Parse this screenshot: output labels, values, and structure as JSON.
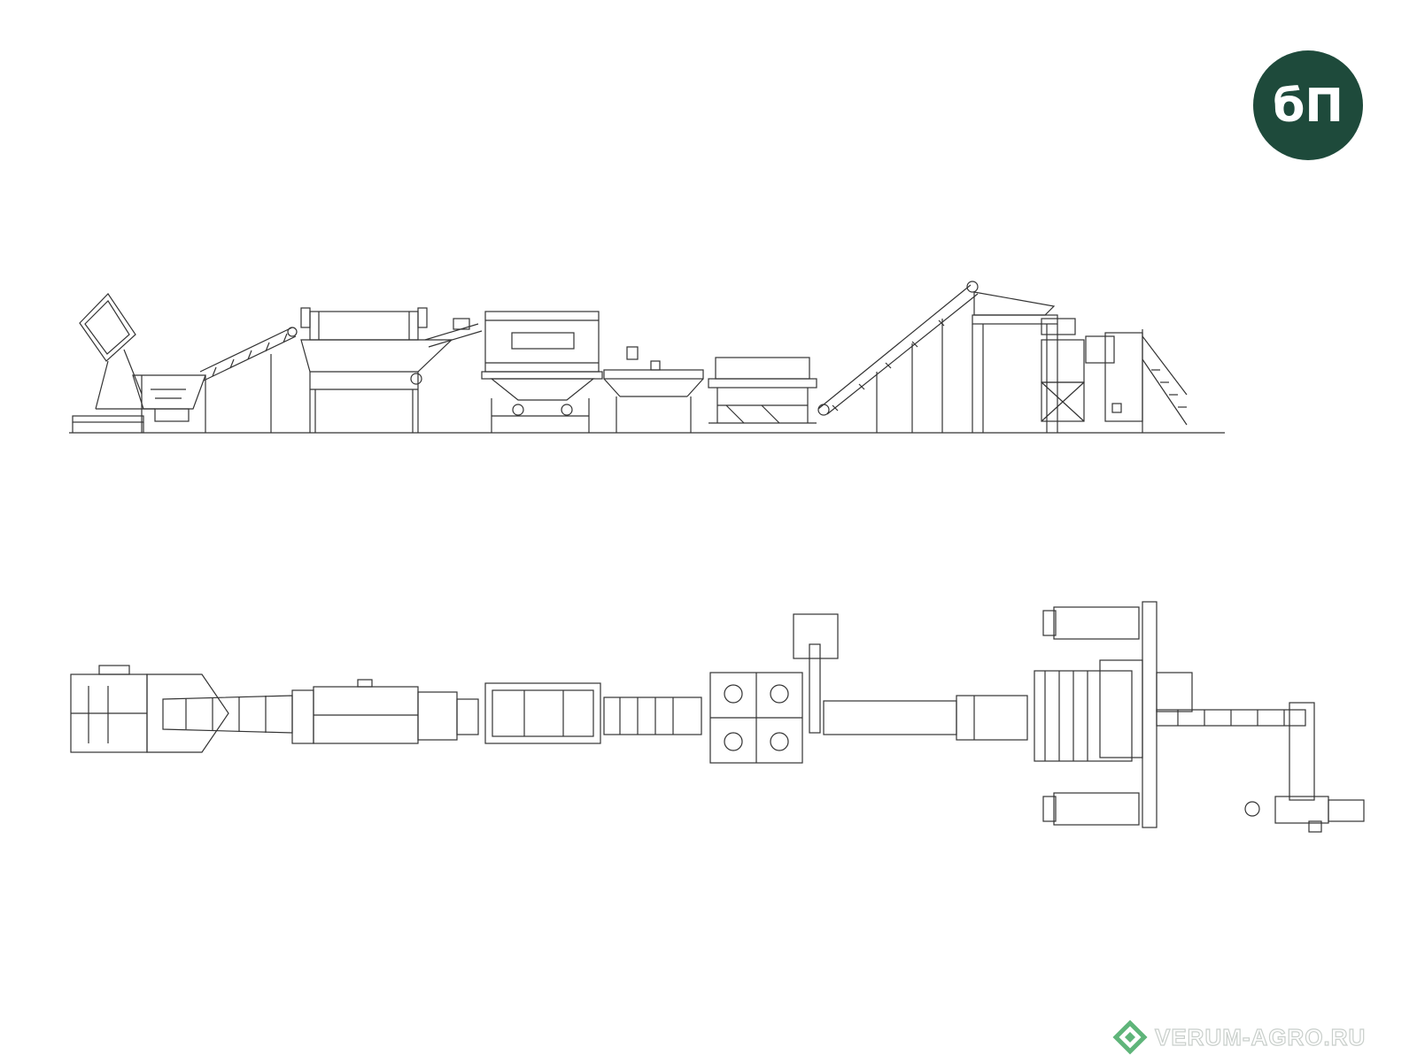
{
  "logo": {
    "glyphs": "бП",
    "background_color": "#1e4a3b",
    "foreground_color": "#ffffff"
  },
  "watermark": {
    "text": "VERUM-AGRO.RU",
    "icon": "diamond-leaf-icon",
    "icon_color": "#5fb57a"
  },
  "drawing": {
    "line_color": "#333333",
    "views": [
      "side-elevation",
      "plan-view"
    ]
  }
}
